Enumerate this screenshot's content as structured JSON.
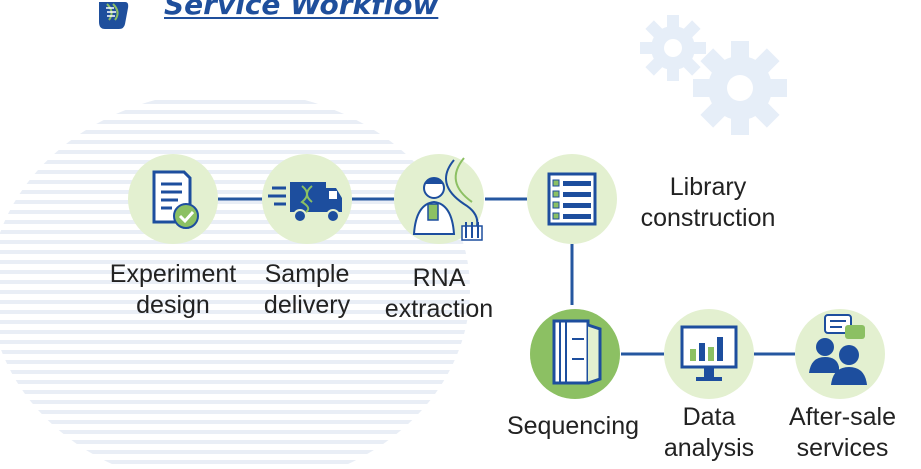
{
  "header": {
    "title": "Service Workflow",
    "logo_icon": "dna-leaf-icon"
  },
  "colors": {
    "title": "#1f4f9c",
    "connector": "#2557a0",
    "node_bg": "#e3f0d0",
    "icon_blue": "#1d4e9e",
    "icon_green": "#8cc063",
    "gears": "#e6eef8",
    "stripes": "#e9eef6"
  },
  "steps": [
    {
      "id": "experiment-design",
      "label": "Experiment\ndesign",
      "icon": "document-check-icon"
    },
    {
      "id": "sample-delivery",
      "label": "Sample\ndelivery",
      "icon": "delivery-truck-icon"
    },
    {
      "id": "rna-extraction",
      "label": "RNA\nextraction",
      "icon": "scientist-icon"
    },
    {
      "id": "library-construction",
      "label": "Library\nconstruction",
      "icon": "list-icon"
    },
    {
      "id": "sequencing",
      "label": "Sequencing",
      "icon": "sequencer-icon"
    },
    {
      "id": "data-analysis",
      "label": "Data\nanalysis",
      "icon": "monitor-chart-icon"
    },
    {
      "id": "after-sale-services",
      "label": "After-sale\nservices",
      "icon": "users-chat-icon"
    }
  ]
}
